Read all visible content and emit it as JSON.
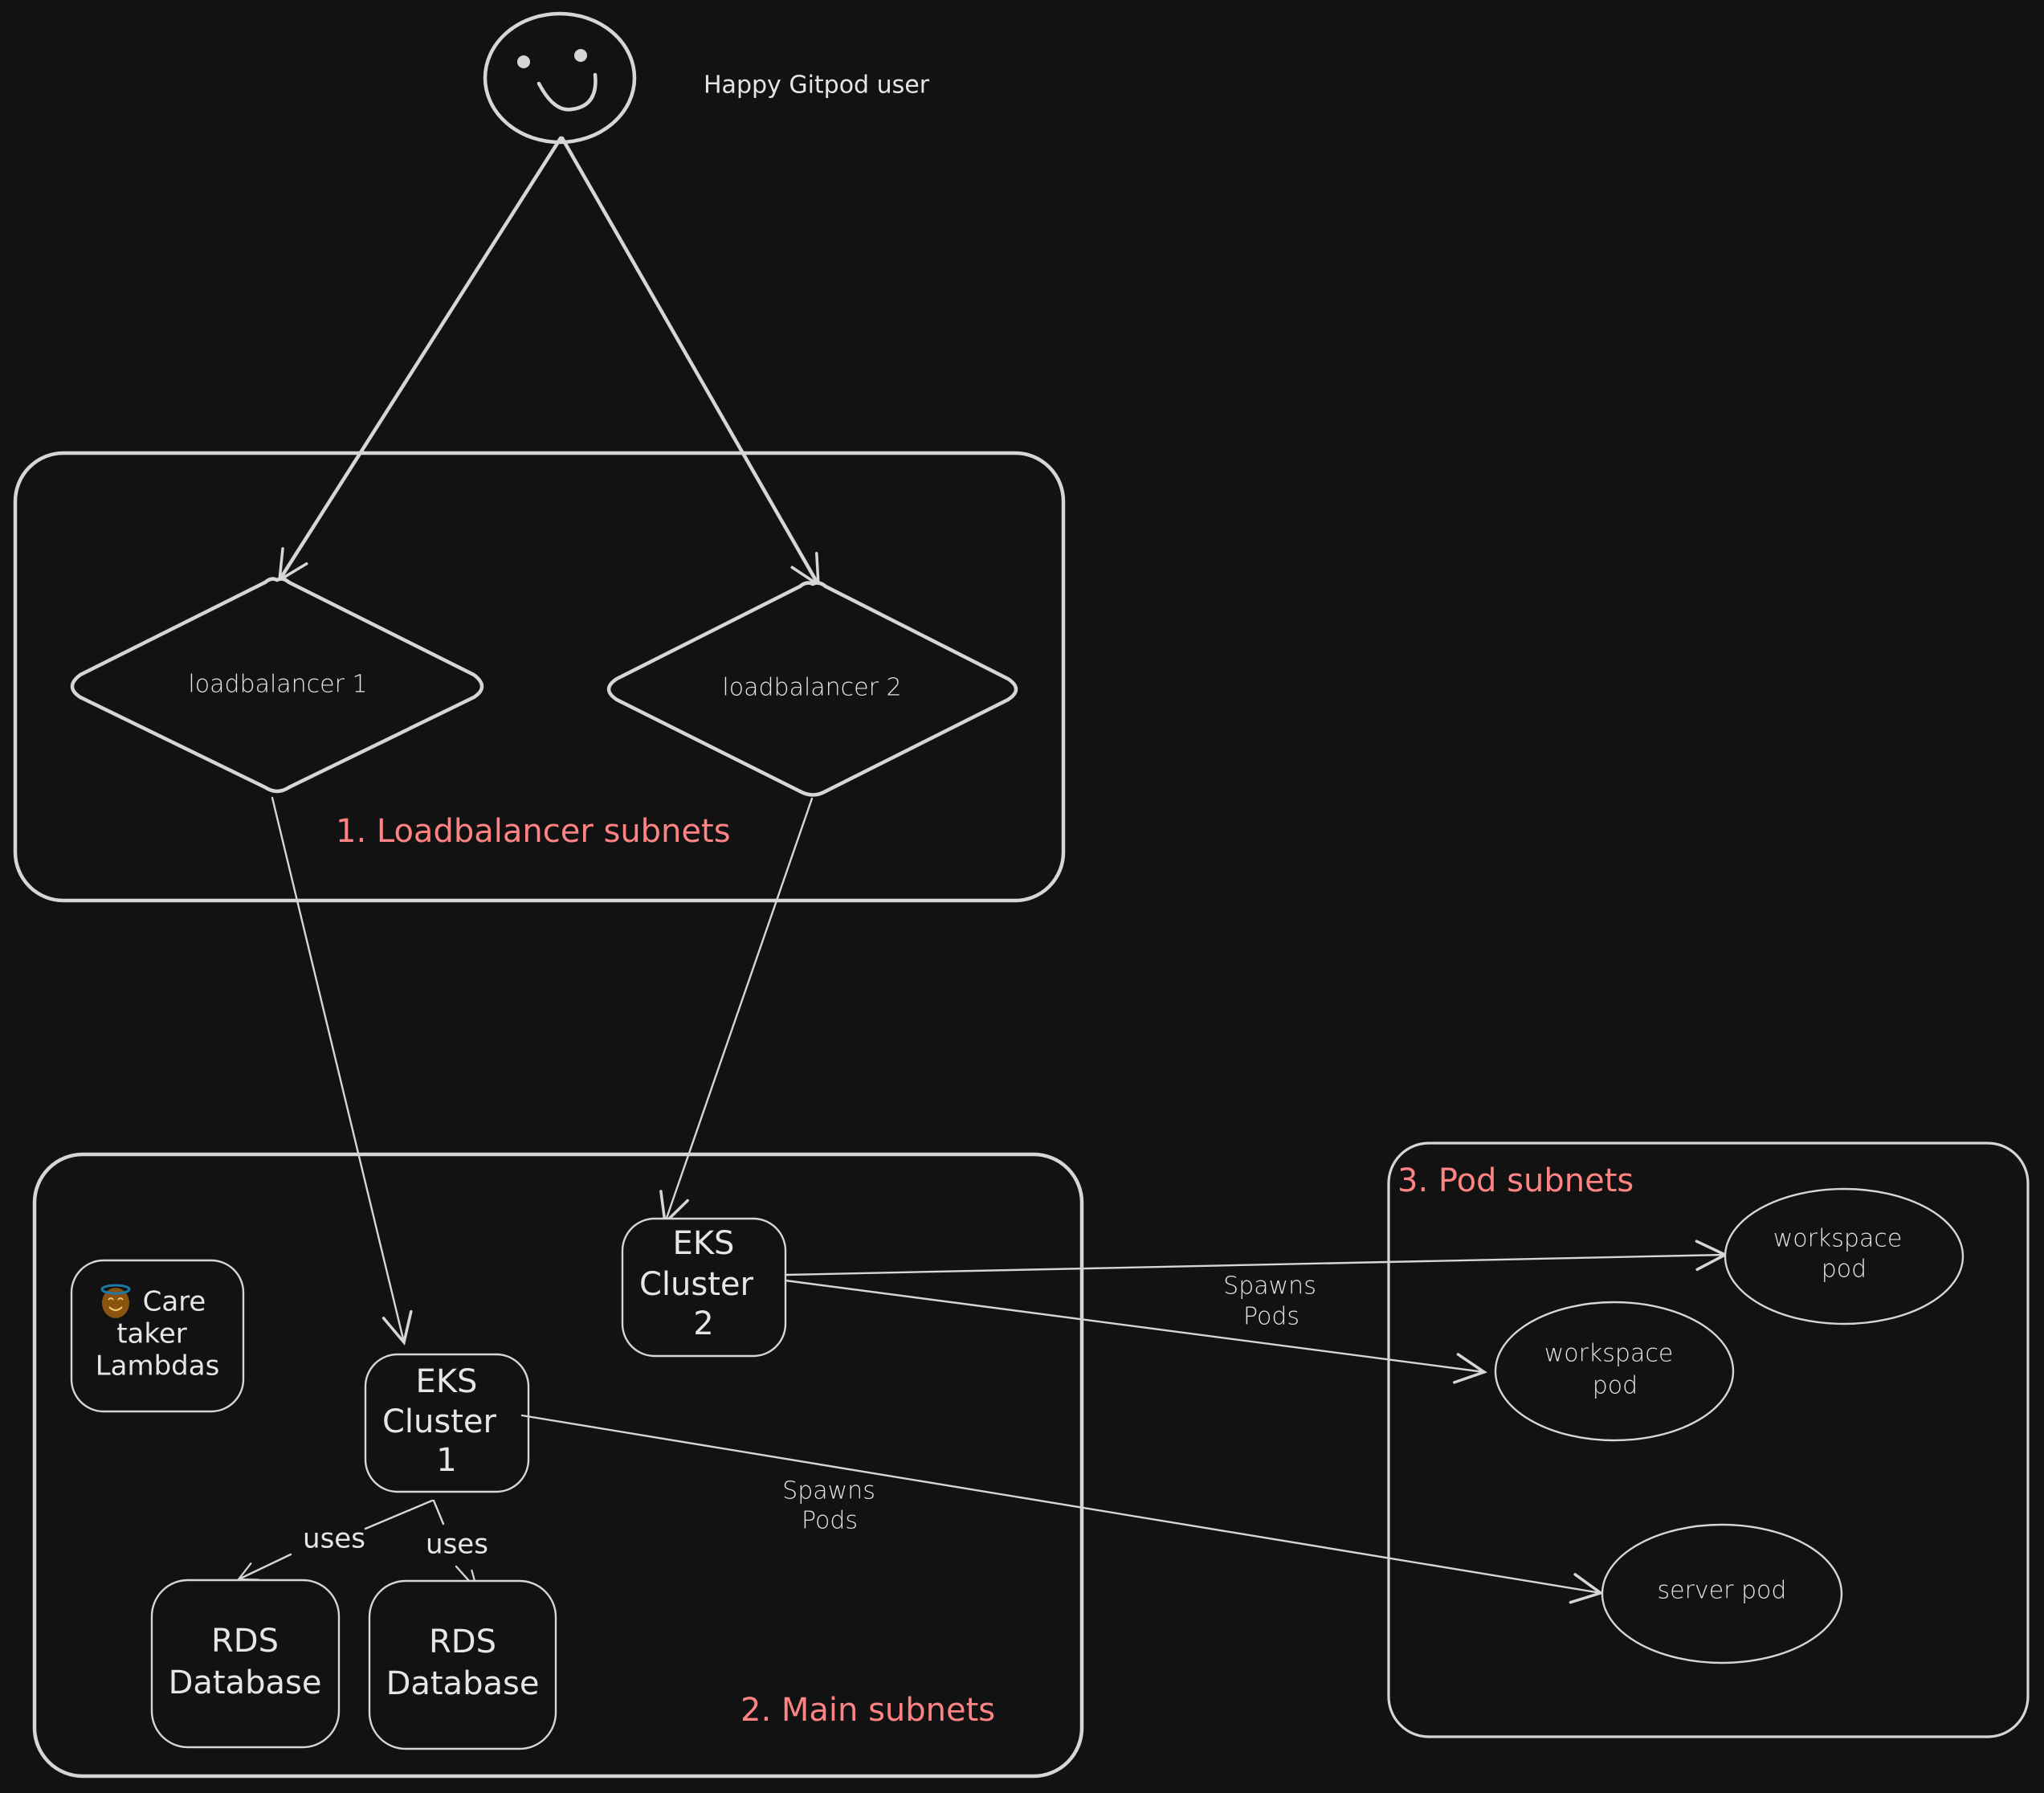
{
  "diagram": {
    "title": "Gitpod on AWS network architecture",
    "colors": {
      "background": "#121212",
      "stroke": "#d6d6d6",
      "text": "#e6e6e6",
      "zone_label": "#ff8383"
    },
    "user": {
      "label": "Happy Gitpod user",
      "icon": "smiley-face-icon"
    },
    "zones": [
      {
        "id": "lb-subnets",
        "label": "1. Loadbalancer subnets"
      },
      {
        "id": "main-subnets",
        "label": "2. Main subnets"
      },
      {
        "id": "pod-subnets",
        "label": "3. Pod subnets"
      }
    ],
    "nodes": {
      "loadbalancer_1": {
        "label": "loadbalancer 1",
        "shape": "diamond"
      },
      "loadbalancer_2": {
        "label": "loadbalancer 2",
        "shape": "diamond"
      },
      "caretaker": {
        "icon_glyph": "😇",
        "icon": "smiling-face-with-halo-icon",
        "lines": [
          "Care",
          "taker",
          "Lambdas"
        ]
      },
      "eks_cluster_1": {
        "lines": [
          "EKS",
          "Cluster",
          "1"
        ]
      },
      "eks_cluster_2": {
        "lines": [
          "EKS",
          "Cluster",
          "2"
        ]
      },
      "rds_1": {
        "lines": [
          "RDS",
          "Database"
        ]
      },
      "rds_2": {
        "lines": [
          "RDS",
          "Database"
        ]
      },
      "workspace_pod_1": {
        "lines": [
          "workspace",
          "pod"
        ],
        "shape": "ellipse"
      },
      "workspace_pod_2": {
        "lines": [
          "workspace",
          "pod"
        ],
        "shape": "ellipse"
      },
      "server_pod": {
        "lines": [
          "server pod"
        ],
        "shape": "ellipse"
      }
    },
    "edges": [
      {
        "from": "user",
        "to": "loadbalancer_1",
        "label": ""
      },
      {
        "from": "user",
        "to": "loadbalancer_2",
        "label": ""
      },
      {
        "from": "loadbalancer_1",
        "to": "eks_cluster_1",
        "label": ""
      },
      {
        "from": "loadbalancer_2",
        "to": "eks_cluster_2",
        "label": ""
      },
      {
        "from": "eks_cluster_1",
        "to": "rds_1",
        "label": "uses"
      },
      {
        "from": "eks_cluster_1",
        "to": "rds_2",
        "label": "uses"
      },
      {
        "from": "eks_cluster_2",
        "to": "workspace_pod_1",
        "label": ""
      },
      {
        "from": "eks_cluster_2",
        "to": "workspace_pod_2",
        "label": ""
      },
      {
        "from": "eks_cluster_1",
        "to": "server_pod",
        "label": ""
      }
    ],
    "edge_labels": {
      "spawns_upper": [
        "Spawns",
        "Pods"
      ],
      "spawns_lower": [
        "Spawns",
        "Pods"
      ],
      "uses_left": "uses",
      "uses_right": "uses"
    }
  }
}
